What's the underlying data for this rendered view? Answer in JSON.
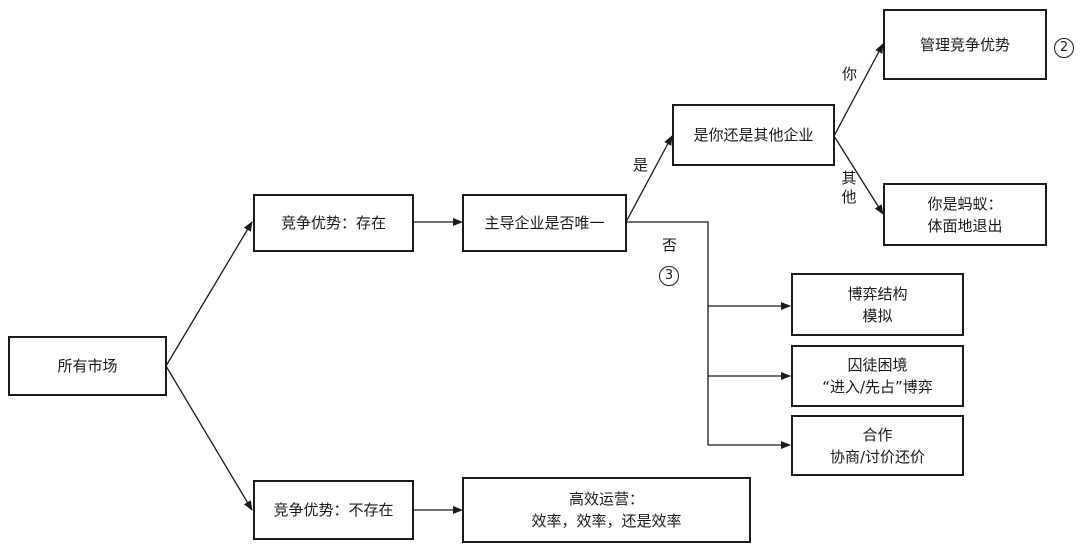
{
  "nodes": {
    "all_markets": "所有市场",
    "adv_exists": "竞争优势：存在",
    "adv_none": "竞争优势：不存在",
    "dominant_unique": "主导企业是否唯一",
    "you_or_other": "是你还是其他企业",
    "manage_adv": "管理竞争优势",
    "ant": {
      "line1": "你是蚂蚁：",
      "line2": "体面地退出"
    },
    "game_model": {
      "line1": "博弈结构",
      "line2": "模拟"
    },
    "prisoner": {
      "line1": "囚徒困境",
      "line2": "“进入/先占”博弈"
    },
    "coop": {
      "line1": "合作",
      "line2": "协商/讨价还价"
    },
    "efficiency": {
      "line1": "高效运营：",
      "line2": "效率，效率，还是效率"
    }
  },
  "labels": {
    "yes": "是",
    "no": "否",
    "you": "你",
    "other": {
      "c1": "其",
      "c2": "他"
    }
  },
  "badges": {
    "two": "2",
    "three": "3"
  },
  "colors": {
    "line": "#1a1a1a",
    "background": "#ffffff"
  }
}
